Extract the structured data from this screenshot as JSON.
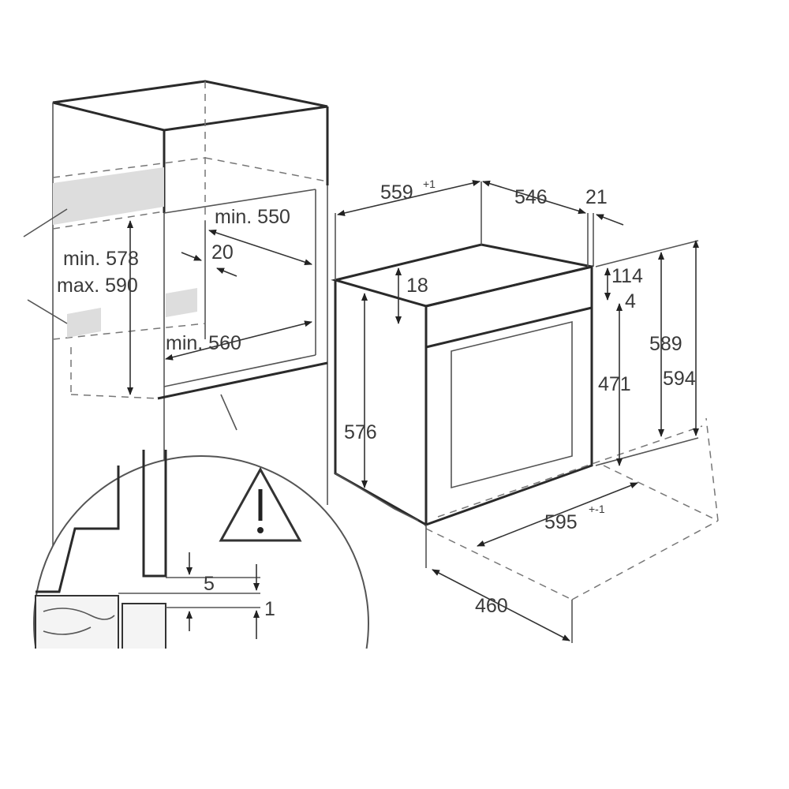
{
  "niche": {
    "width_min": "min. 550",
    "gap": "20",
    "height_min": "min. 578",
    "height_max": "max. 590",
    "depth_min": "min. 560"
  },
  "detail": {
    "clearance_a": "5",
    "clearance_b": "1"
  },
  "oven": {
    "depth_total": "559",
    "depth_total_tol": "+1",
    "depth_body": "546",
    "door_thickness": "21",
    "top_offset": "18",
    "panel_height": "114",
    "panel_gap": "4",
    "door_height": "471",
    "front_height": "589",
    "total_height": "594",
    "body_height": "576",
    "width": "595",
    "width_tol": "+-1",
    "base_depth": "460"
  }
}
